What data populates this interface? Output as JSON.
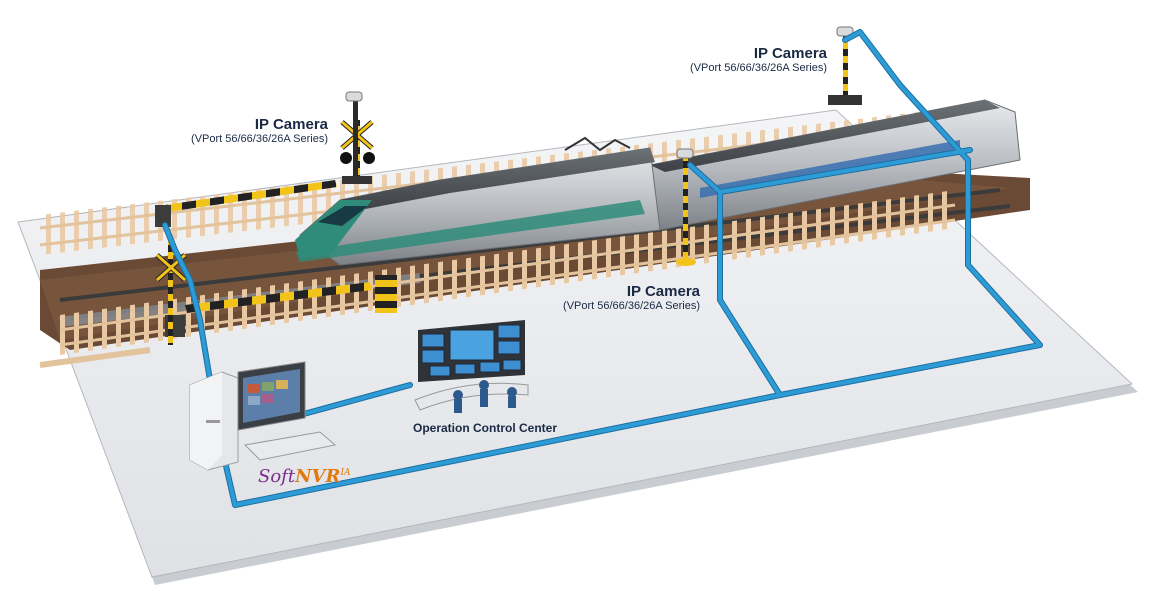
{
  "cameras": [
    {
      "title": "IP Camera",
      "model": "(VPort 56/66/36/26A Series)"
    },
    {
      "title": "IP Camera",
      "model": "(VPort 56/66/36/26A Series)"
    },
    {
      "title": "IP Camera",
      "model": "(VPort 56/66/36/26A Series)"
    }
  ],
  "control_center": {
    "label": "Operation Control Center"
  },
  "software": {
    "prefix": "Soft",
    "brand": "NVR",
    "suffix": "IA"
  },
  "colors": {
    "network_cable": "#2c9bd6",
    "platform": "#ecedf0",
    "train_green": "#2f8c7a",
    "gate_yellow": "#f2c318"
  }
}
